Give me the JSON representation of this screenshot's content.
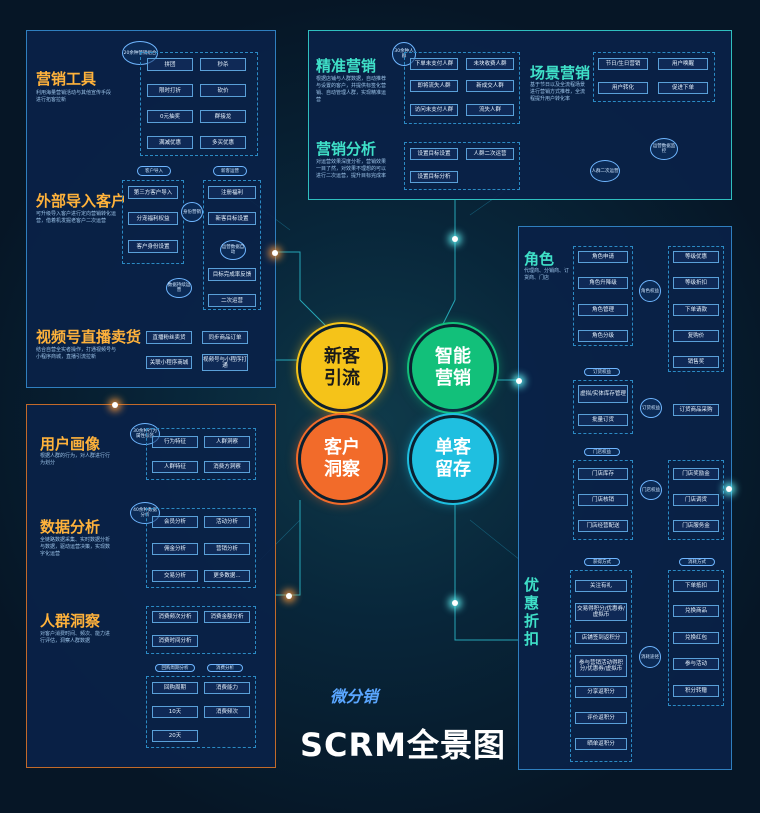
{
  "title": "SCRM全景图",
  "brand": "微分销",
  "center": {
    "c1": "新客引流",
    "c2": "智能营销",
    "c3": "客户洞察",
    "c4": "单客留存"
  },
  "marketing_tools": {
    "title": "营销工具",
    "desc": "利用海量营销活动与其他宣传手段进行拓客拉新",
    "badge": "20余种营销组合",
    "boxes": [
      "拼团",
      "秒杀",
      "限时打折",
      "砍价",
      "0元抽奖",
      "群接龙",
      "满减优惠",
      "多买优惠"
    ]
  },
  "import": {
    "title": "外部导入客户",
    "desc": "可升级导入客户进行定向营销转化运营，借着机发掘老客户二次运营",
    "pill_left": "客户导入",
    "pill_right": "新客运营",
    "boxes_left": [
      "第三方客户导入",
      "分宠福利权益",
      "客户身份设置"
    ],
    "boxes_right": [
      "注册福利",
      "新客目标设置",
      "目标完成率反馈",
      "二次运营"
    ],
    "oval_a": "身份营销",
    "oval_b": "运营数据自动",
    "oval_c": "数据持续运营"
  },
  "live": {
    "title": "视频号直播卖货",
    "desc": "结合自营全实者操作，打通视频号与小程序商城，直播引流拉新",
    "boxes": [
      "直播粉丝卖货",
      "同步商品订单",
      "关联小程序商城",
      "视频号与小程序打通"
    ]
  },
  "precision": {
    "title": "精准营销",
    "desc": "根据店铺与人群数据，自动推荐与设置的客户，并提供标签化营销、自动管理人群，实现精准运营",
    "badge": "30余种人群",
    "boxes": [
      "下单未支付人群",
      "未块收费人群",
      "即将流失人群",
      "新成交人群",
      "访问未支付人群",
      "流失人群"
    ]
  },
  "scene": {
    "title": "场景营销",
    "desc": "基于节日以及全流程场景进行营销方式推荐，全流程提升用户转化率",
    "boxes": [
      "节日/生日营销",
      "用户唤醒",
      "用户转化",
      "促进下单"
    ]
  },
  "analysis": {
    "title": "营销分析",
    "desc": "对运营效果深度分析，营销效果一目了然，对效果不理想的可以进行二次运营，提升目标完成率",
    "boxes": [
      "设置目标设置",
      "人群二次运营",
      "设置目标分析"
    ],
    "oval_a": "运营数据监控",
    "oval_b": "人群二次运营"
  },
  "role": {
    "title": "角色",
    "desc": "代理商、分销商、订货商、门店",
    "boxes_left": [
      "角色申请",
      "角色升降级",
      "角色管理",
      "角色分级"
    ],
    "oval": "角色权益",
    "boxes_right": [
      "等级优惠",
      "等级折扣",
      "下单请款",
      "复购价",
      "销售奖"
    ],
    "pill_order": "订货权益",
    "order_boxes": [
      "虚拟/实体库存管理",
      "批量订货"
    ],
    "order_oval": "订货权益",
    "order_right": "订货商品采购",
    "pill_store": "门店权益",
    "store_boxes": [
      "门店库存",
      "门店核销",
      "门店经营配送"
    ],
    "store_oval": "门店权益",
    "store_right": [
      "门店奖励金",
      "门店调货",
      "门店服务金"
    ]
  },
  "discount": {
    "title": "优惠折扣",
    "pill_get": "获得方式",
    "pill_use": "消耗方式",
    "boxes_left": [
      "关注有礼",
      "交易得积分/优惠券/虚拟币",
      "店铺签到返积分",
      "参与营销活动得积分/优惠券/虚拟币",
      "分享返积分",
      "评价返积分",
      "晒单返积分"
    ],
    "oval": "消耗途径",
    "boxes_right": [
      "下单抵扣",
      "兑换商品",
      "兑换红包",
      "参与活动",
      "积分转赠"
    ]
  },
  "portrait": {
    "title": "用户画像",
    "desc": "根据人群的行为，对人群进行行为划分",
    "badge": "30余种行为属性标签",
    "boxes": [
      "行为特征",
      "人群洞察",
      "人群特征",
      "消费方洞察"
    ]
  },
  "data_analysis": {
    "title": "数据分析",
    "desc": "全链路数据采集、实时数据分析与数据，驱动运营决策，实现数字化运营",
    "badge": "40余种数据分析",
    "boxes": [
      "会员分析",
      "活动分析",
      "佣金分析",
      "营销分析",
      "交易分析",
      "更多数据..."
    ]
  },
  "crowd": {
    "title": "人群洞察",
    "desc": "对客户消费时间、频次、能力进行评估，洞察人群数据",
    "boxes": [
      "消费频次分析",
      "消费金额分析",
      "消费时间分析"
    ],
    "pill_a": "回购周期分析",
    "pill_b": "消费分析",
    "boxes_bottom": [
      "回购周期",
      "消费能力",
      "10天",
      "消费频次",
      "20天"
    ]
  }
}
